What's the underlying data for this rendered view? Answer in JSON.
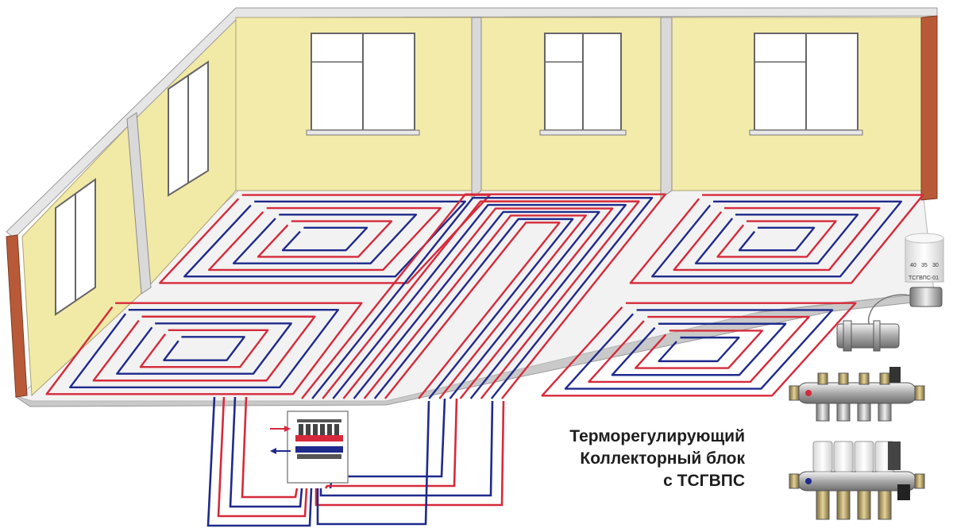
{
  "caption": {
    "line1": "Терморегулирующий",
    "line2": "Коллекторный блок",
    "line3": "с ТСГВПС"
  },
  "thermostat": {
    "scale_values": [
      "40",
      "35",
      "30"
    ],
    "label": "ТСГВПС-01"
  },
  "colors": {
    "wall": "#f2eaa8",
    "wall_shade": "#d8cf86",
    "floor": "#f0f0f0",
    "supply_pipe": "#d62a3a",
    "return_pipe": "#1f2a8c",
    "brick": "#b85a38"
  }
}
